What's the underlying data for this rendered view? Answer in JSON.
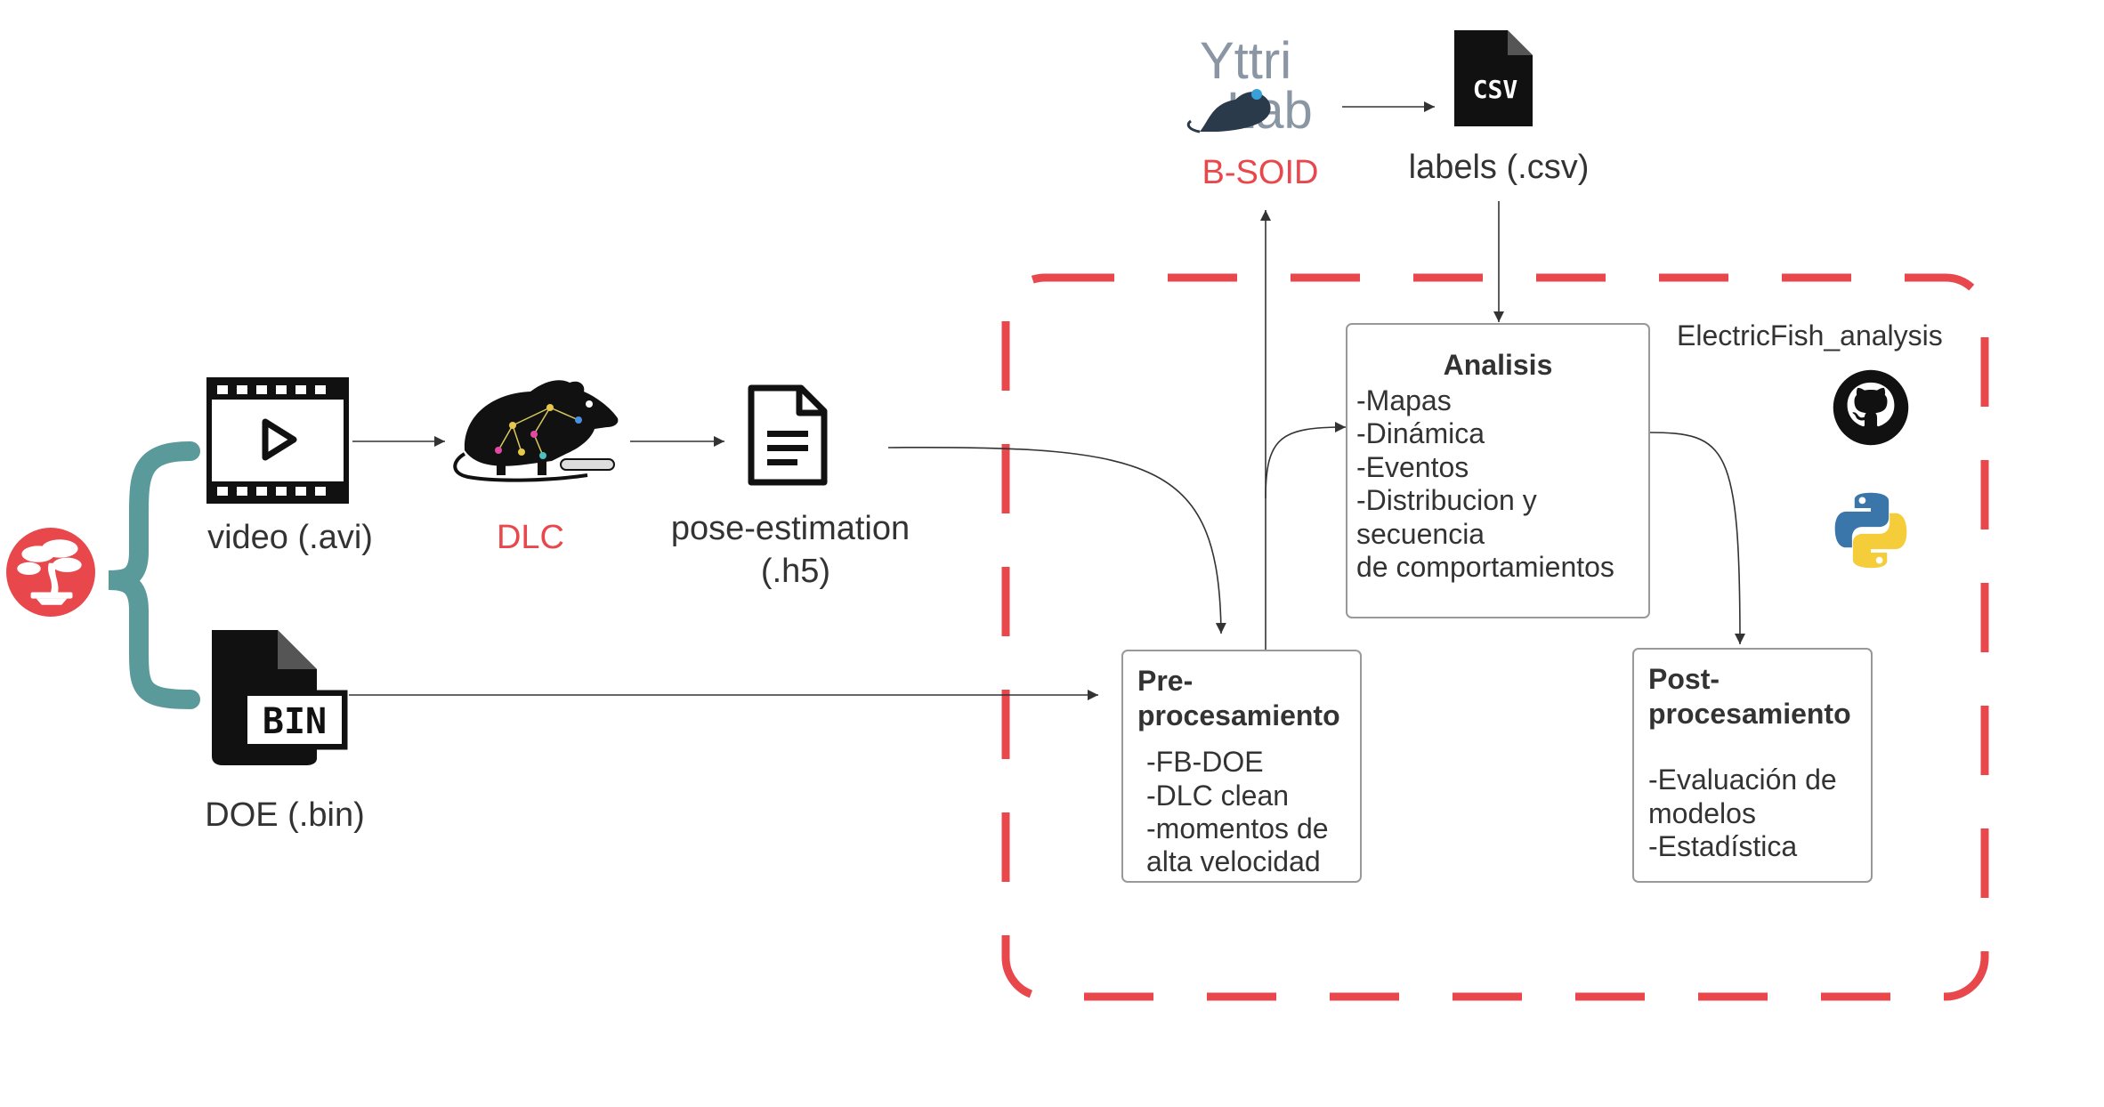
{
  "nodes": {
    "video": {
      "label": "video (.avi)",
      "icon": "film-play-icon"
    },
    "dlc": {
      "label": "DLC",
      "icon": "mouse-skeleton-icon",
      "color": "#e8474c"
    },
    "pose": {
      "label_line1": "pose-estimation",
      "label_line2": "(.h5)",
      "icon": "document-lines-icon"
    },
    "doe": {
      "label": "DOE (.bin)",
      "icon": "bin-file-icon"
    },
    "bsoid": {
      "label": "B-SOID",
      "logo_line1": "Yttri",
      "logo_line2": "Lab",
      "color": "#e8474c"
    },
    "labels": {
      "label": "labels (.csv)",
      "icon_text": "CSV"
    },
    "bonsai": {
      "icon": "bonsai-tree-icon",
      "color": "#e8474c"
    },
    "repo": {
      "label": "ElectricFish_analysis",
      "icons": [
        "github-icon",
        "python-icon"
      ]
    }
  },
  "boxes": {
    "pre": {
      "title": "Pre-\nprocesamiento",
      "items": [
        "-FB-DOE",
        "-DLC clean",
        "-momentos de",
        "alta velocidad"
      ]
    },
    "analisis": {
      "title": "Analisis",
      "items": [
        "-Mapas",
        "-Dinámica",
        "-Eventos",
        "-Distribucion y",
        "secuencia",
        "de comportamientos"
      ]
    },
    "post": {
      "title": "Post-\nprocesamiento",
      "items": [
        "",
        "-Evaluación de",
        "modelos",
        "-Estadística"
      ]
    }
  },
  "colors": {
    "accent_red": "#e8474c",
    "brace_teal": "#5b9a9b",
    "arrow": "#333333"
  }
}
